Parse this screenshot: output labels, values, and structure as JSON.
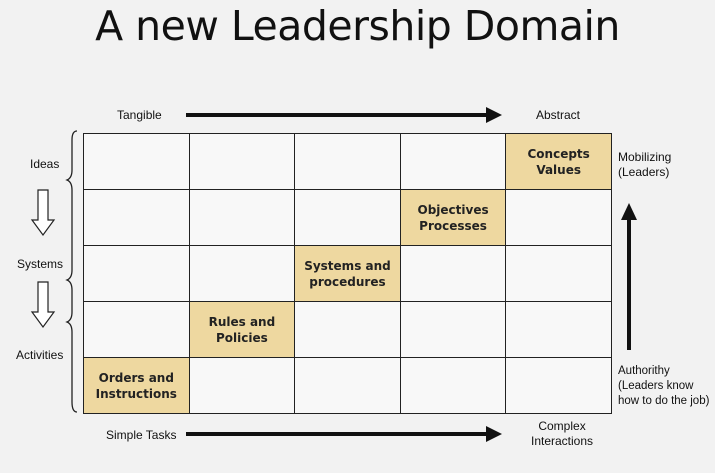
{
  "title": "A new Leadership Domain",
  "top_axis": {
    "left": "Tangible",
    "right": "Abstract"
  },
  "bottom_axis": {
    "left": "Simple Tasks",
    "right": "Complex\nInteractions"
  },
  "left_labels": [
    "Ideas",
    "Systems",
    "Activities"
  ],
  "right_labels": {
    "top": "Mobilizing\n(Leaders)",
    "bottom": "Authorithy\n(Leaders know\nhow to do the job)"
  },
  "grid": {
    "rows": 5,
    "cols": 5,
    "highlight_color": "#eed8a0",
    "cells": [
      {
        "row": 0,
        "col": 4,
        "text": "Concepts\nValues"
      },
      {
        "row": 1,
        "col": 3,
        "text": "Objectives\nProcesses"
      },
      {
        "row": 2,
        "col": 2,
        "text": "Systems and\nprocedures"
      },
      {
        "row": 3,
        "col": 1,
        "text": "Rules and\nPolicies"
      },
      {
        "row": 4,
        "col": 0,
        "text": "Orders and\nInstructions"
      }
    ]
  }
}
